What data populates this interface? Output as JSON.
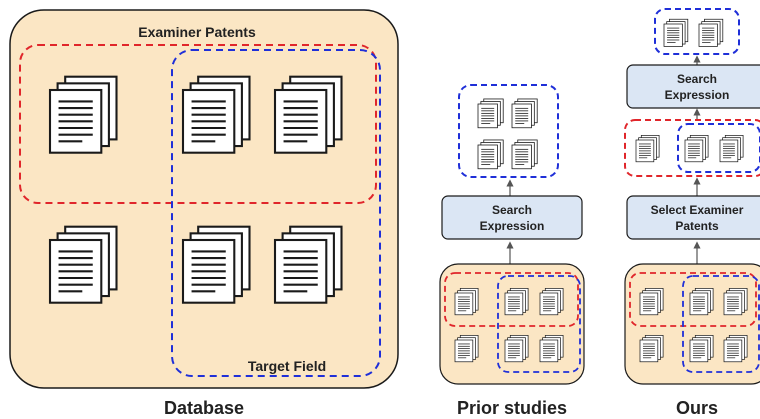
{
  "database": {
    "examiner_label": "Examiner Patents",
    "target_label": "Target Field",
    "caption": "Database"
  },
  "prior": {
    "box_label_line1": "Search",
    "box_label_line2": "Expression",
    "caption": "Prior studies"
  },
  "ours": {
    "search_line1": "Search",
    "search_line2": "Expression",
    "select_line1": "Select Examiner",
    "select_line2": "Patents",
    "caption": "Ours"
  },
  "colors": {
    "panel_fill": "#fbe6c4",
    "box_fill": "#dbe6f4",
    "red_dash": "#e0262b",
    "blue_dash": "#1f2fd8",
    "stack_line": "#222222"
  }
}
